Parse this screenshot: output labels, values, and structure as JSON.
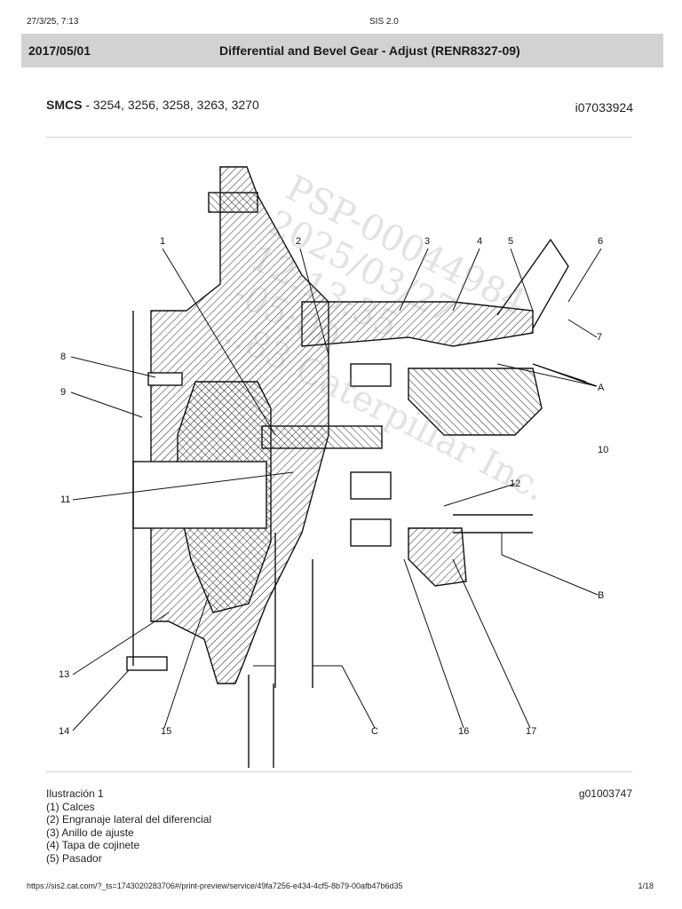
{
  "print_header": {
    "datetime": "27/3/25, 7:13",
    "app": "SIS 2.0"
  },
  "title_bar": {
    "date": "2017/05/01",
    "title": "Differential and Bevel Gear - Adjust (RENR8327-09)"
  },
  "smcs": {
    "label": "SMCS",
    "codes": " - 3254, 3256, 3258, 3263, 3270"
  },
  "doc_id": "i07033924",
  "figure": {
    "callouts": [
      "1",
      "2",
      "3",
      "4",
      "5",
      "6",
      "7",
      "8",
      "9",
      "10",
      "11",
      "12",
      "13",
      "14",
      "15",
      "16",
      "17",
      "A",
      "B",
      "C"
    ],
    "watermark": {
      "l1": "PSP-00044984",
      "l2": "2025/03/27",
      "l3": "12:13:35",
      "l4": "-05:00",
      "l5": "...83 Caterpillar Inc."
    }
  },
  "caption": {
    "title": "Ilustración 1",
    "graphic_id": "g01003747",
    "items": [
      "(1) Calces",
      "(2) Engranaje lateral del diferencial",
      "(3) Anillo de ajuste",
      "(4) Tapa de cojinete",
      "(5) Pasador"
    ]
  },
  "footer": {
    "url": "https://sis2.cat.com/?_ts=1743020283706#/print-preview/service/49fa7256-e434-4cf5-8b79-00afb47b6d35",
    "page": "1/18"
  }
}
